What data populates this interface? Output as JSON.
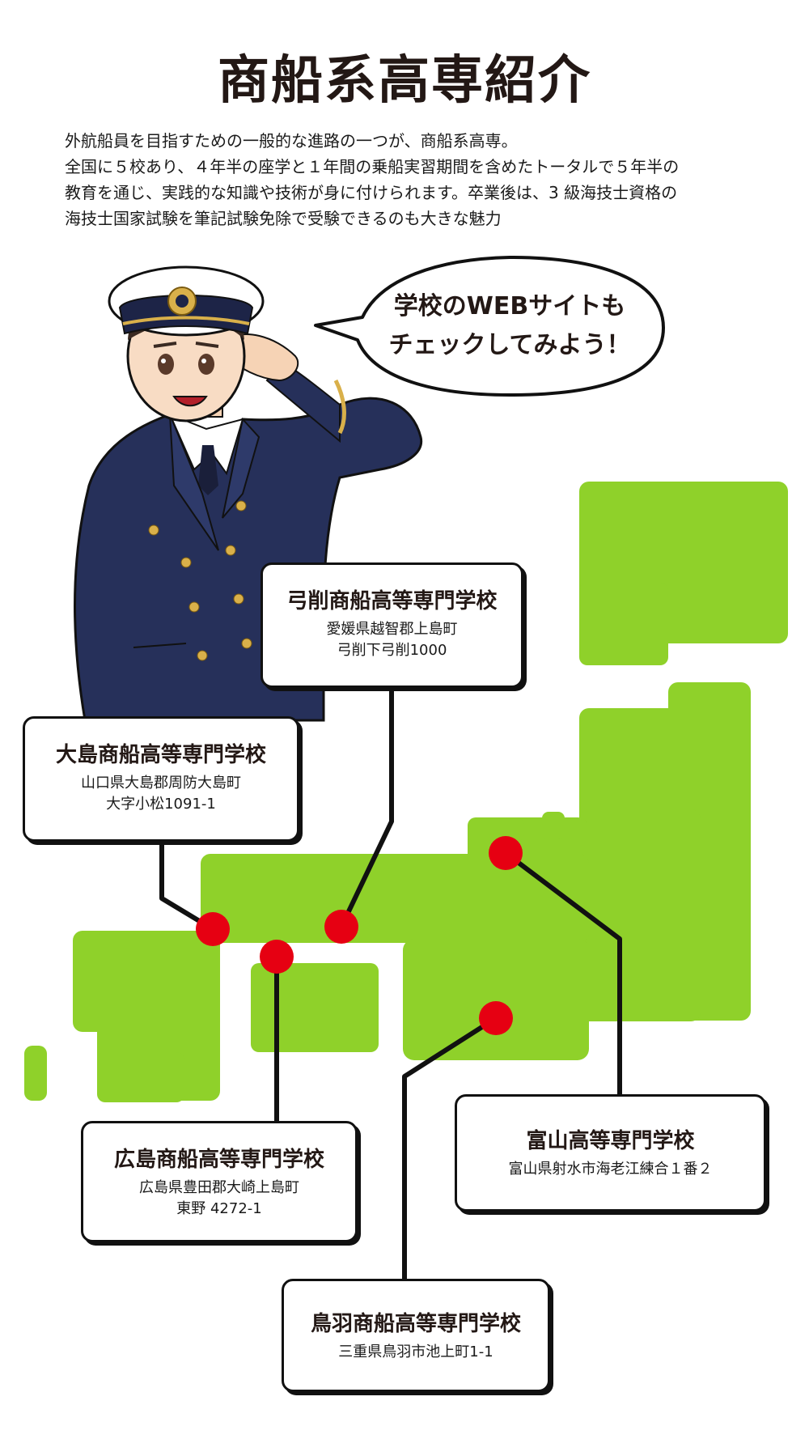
{
  "title": "商船系高専紹介",
  "intro_lines": [
    "外航船員を目指すための一般的な進路の一つが、商船系高専。",
    "全国に５校あり、４年半の座学と１年間の乗船実習期間を含めたトータルで５年半の",
    "教育を通じ、実践的な知識や技術が身に付けられます。卒業後は、3 級海技士資格の",
    "海技士国家試験を筆記試験免除で受験できるのも大きな魅力"
  ],
  "bubble": {
    "line1": "学校のWEBサイトも",
    "line2": "チェックしてみよう！"
  },
  "schools": [
    {
      "name": "弓削商船高等専門学校",
      "address1": "愛媛県越智郡上島町",
      "address2": "弓削下弓削1000"
    },
    {
      "name": "大島商船高等専門学校",
      "address1": "山口県大島郡周防大島町",
      "address2": "大字小松1091-1"
    },
    {
      "name": "広島商船高等専門学校",
      "address1": "広島県豊田郡大崎上島町",
      "address2": "東野 4272-1"
    },
    {
      "name": "富山高等専門学校",
      "address1": "富山県射水市海老江練合１番２",
      "address2": ""
    },
    {
      "name": "鳥羽商船高等専門学校",
      "address1": "三重県鳥羽市池上町1-1",
      "address2": ""
    }
  ],
  "colors": {
    "map_green": "#8fd12a",
    "marker_red": "#e60012",
    "uniform_navy": "#26305a",
    "gold": "#d9b04a"
  },
  "icons": [
    "sailor-illustration",
    "japan-map",
    "location-marker"
  ]
}
